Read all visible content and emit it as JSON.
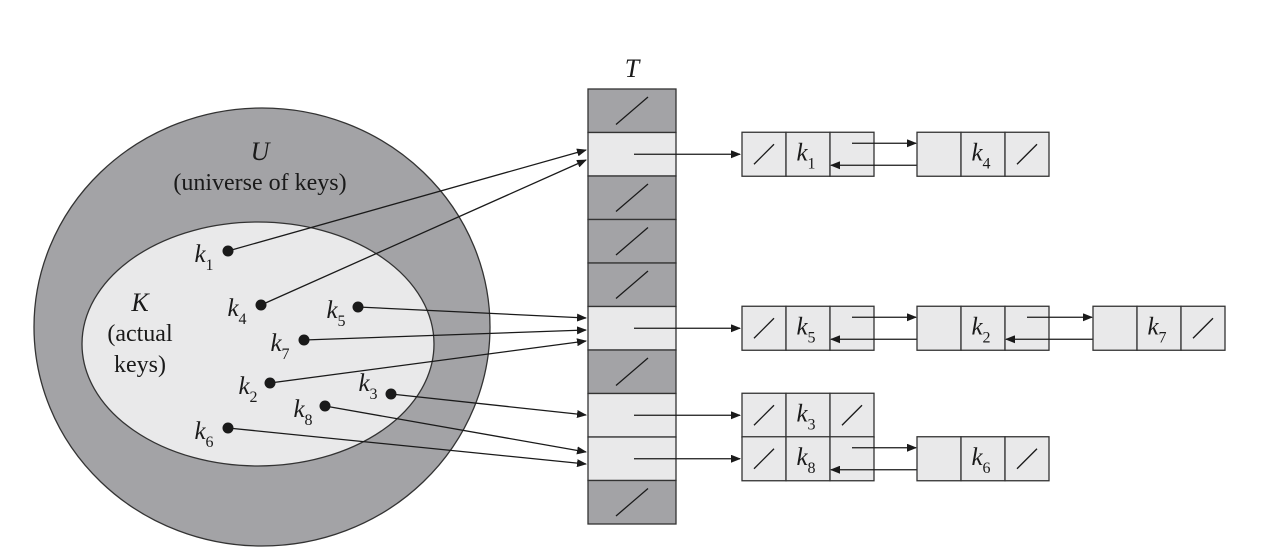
{
  "colors": {
    "dark_gray": "#a3a3a6",
    "light_gray": "#e9e9ea",
    "ink": "#1a1a1a"
  },
  "labels": {
    "table": "T",
    "universe_symbol": "U",
    "universe_text": "(universe of keys)",
    "keyset_symbol": "K",
    "keyset_line1": "(actual",
    "keyset_line2": "keys)"
  },
  "hash_table": {
    "slots": [
      {
        "index": 0,
        "empty": true
      },
      {
        "index": 1,
        "empty": false,
        "chain": [
          "k1",
          "k4"
        ]
      },
      {
        "index": 2,
        "empty": true
      },
      {
        "index": 3,
        "empty": true
      },
      {
        "index": 4,
        "empty": true
      },
      {
        "index": 5,
        "empty": false,
        "chain": [
          "k5",
          "k2",
          "k7"
        ]
      },
      {
        "index": 6,
        "empty": true
      },
      {
        "index": 7,
        "empty": false,
        "chain": [
          "k3"
        ]
      },
      {
        "index": 8,
        "empty": false,
        "chain": [
          "k8",
          "k6"
        ]
      },
      {
        "index": 9,
        "empty": true
      }
    ]
  },
  "keys": [
    {
      "id": "k1",
      "letter": "k",
      "sub": "1",
      "slot": 1
    },
    {
      "id": "k4",
      "letter": "k",
      "sub": "4",
      "slot": 1
    },
    {
      "id": "k5",
      "letter": "k",
      "sub": "5",
      "slot": 5
    },
    {
      "id": "k7",
      "letter": "k",
      "sub": "7",
      "slot": 5
    },
    {
      "id": "k2",
      "letter": "k",
      "sub": "2",
      "slot": 5
    },
    {
      "id": "k3",
      "letter": "k",
      "sub": "3",
      "slot": 7
    },
    {
      "id": "k8",
      "letter": "k",
      "sub": "8",
      "slot": 8
    },
    {
      "id": "k6",
      "letter": "k",
      "sub": "6",
      "slot": 8
    }
  ],
  "chains": [
    {
      "slot": 1,
      "nodes": [
        {
          "letter": "k",
          "sub": "1"
        },
        {
          "letter": "k",
          "sub": "4"
        }
      ]
    },
    {
      "slot": 5,
      "nodes": [
        {
          "letter": "k",
          "sub": "5"
        },
        {
          "letter": "k",
          "sub": "2"
        },
        {
          "letter": "k",
          "sub": "7"
        }
      ]
    },
    {
      "slot": 7,
      "nodes": [
        {
          "letter": "k",
          "sub": "3"
        }
      ]
    },
    {
      "slot": 8,
      "nodes": [
        {
          "letter": "k",
          "sub": "8"
        },
        {
          "letter": "k",
          "sub": "6"
        }
      ]
    }
  ]
}
